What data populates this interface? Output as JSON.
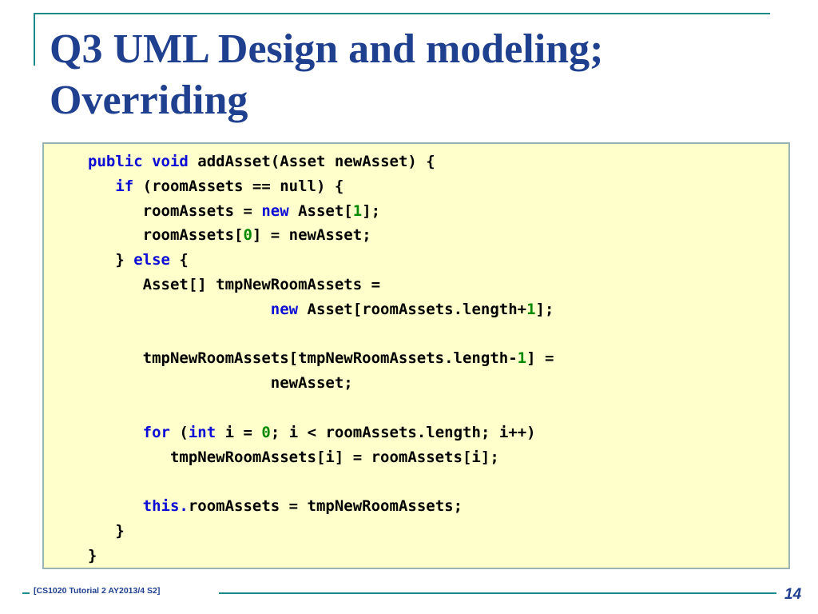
{
  "slide": {
    "title_line1": "Q3 UML Design and modeling;",
    "title_line2": "Overriding",
    "footer_text": "[CS1020 Tutorial 2 AY2013/4 S2]",
    "page_number": "14"
  },
  "colors": {
    "title": "#1f3f8f",
    "keyword": "#0b0bd6",
    "number": "#008800",
    "code_background": "#ffffcc",
    "rule": "#1a8a8a"
  },
  "code": {
    "lines": [
      [
        {
          "t": "public",
          "k": "kw"
        },
        {
          "t": " "
        },
        {
          "t": "void",
          "k": "kw"
        },
        {
          "t": " addAsset(Asset newAsset) {"
        }
      ],
      [
        {
          "t": "   "
        },
        {
          "t": "if",
          "k": "kw"
        },
        {
          "t": " (roomAssets == null) {"
        }
      ],
      [
        {
          "t": "      roomAssets = "
        },
        {
          "t": "new",
          "k": "kw"
        },
        {
          "t": " Asset["
        },
        {
          "t": "1",
          "k": "num"
        },
        {
          "t": "];"
        }
      ],
      [
        {
          "t": "      roomAssets["
        },
        {
          "t": "0",
          "k": "num"
        },
        {
          "t": "] = newAsset;"
        }
      ],
      [
        {
          "t": "   } "
        },
        {
          "t": "else",
          "k": "kw"
        },
        {
          "t": " {"
        }
      ],
      [
        {
          "t": "      Asset[] tmpNewRoomAssets ="
        }
      ],
      [
        {
          "t": "                    "
        },
        {
          "t": "new",
          "k": "kw"
        },
        {
          "t": " Asset[roomAssets.length+"
        },
        {
          "t": "1",
          "k": "num"
        },
        {
          "t": "];"
        }
      ],
      [
        {
          "t": ""
        }
      ],
      [
        {
          "t": "      tmpNewRoomAssets[tmpNewRoomAssets.length-"
        },
        {
          "t": "1",
          "k": "num"
        },
        {
          "t": "] ="
        }
      ],
      [
        {
          "t": "                    newAsset;"
        }
      ],
      [
        {
          "t": ""
        }
      ],
      [
        {
          "t": "      "
        },
        {
          "t": "for",
          "k": "kw"
        },
        {
          "t": " ("
        },
        {
          "t": "int",
          "k": "kw"
        },
        {
          "t": " i = "
        },
        {
          "t": "0",
          "k": "num"
        },
        {
          "t": "; i < roomAssets.length; i++)"
        }
      ],
      [
        {
          "t": "         tmpNewRoomAssets[i] = roomAssets[i];"
        }
      ],
      [
        {
          "t": ""
        }
      ],
      [
        {
          "t": "      "
        },
        {
          "t": "this.",
          "k": "kw"
        },
        {
          "t": "roomAssets = tmpNewRoomAssets;"
        }
      ],
      [
        {
          "t": "   }"
        }
      ],
      [
        {
          "t": "}"
        }
      ]
    ]
  }
}
